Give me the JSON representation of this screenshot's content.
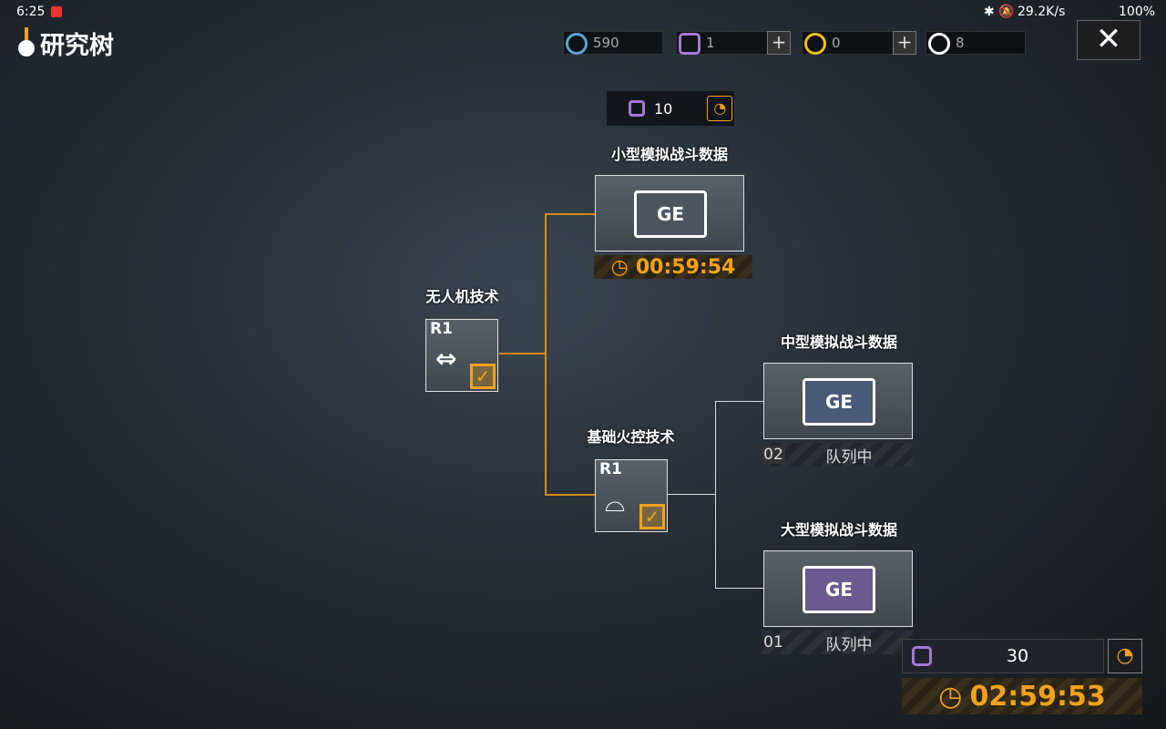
{
  "status_bar": {
    "time": "6:25",
    "net_speed": "29.2K/s",
    "battery": "100%"
  },
  "header": {
    "title": "研究树"
  },
  "resources": [
    {
      "name": "credits",
      "value": "590",
      "color": "#5aa7d0"
    },
    {
      "name": "research-points",
      "value": "1",
      "color": "#a57ad6"
    },
    {
      "name": "gold",
      "value": "0",
      "color": "#f0c020"
    },
    {
      "name": "tokens",
      "value": "8",
      "color": "#ffffff"
    }
  ],
  "top_cost": {
    "value": "10"
  },
  "nodes": {
    "small": {
      "title": "小型模拟战斗数据",
      "chip": "GE",
      "timer": "00:59:54"
    },
    "drone": {
      "title": "无人机技术",
      "rank": "R1"
    },
    "medium": {
      "title": "中型模拟战斗数据",
      "chip": "GE",
      "queue_no": "02",
      "queue_label": "队列中"
    },
    "fire": {
      "title": "基础火控技术",
      "rank": "R1"
    },
    "large": {
      "title": "大型模拟战斗数据",
      "chip": "GE",
      "queue_no": "01",
      "queue_label": "队列中"
    }
  },
  "bottom_panel": {
    "cost": "30",
    "timer": "02:59:53"
  }
}
